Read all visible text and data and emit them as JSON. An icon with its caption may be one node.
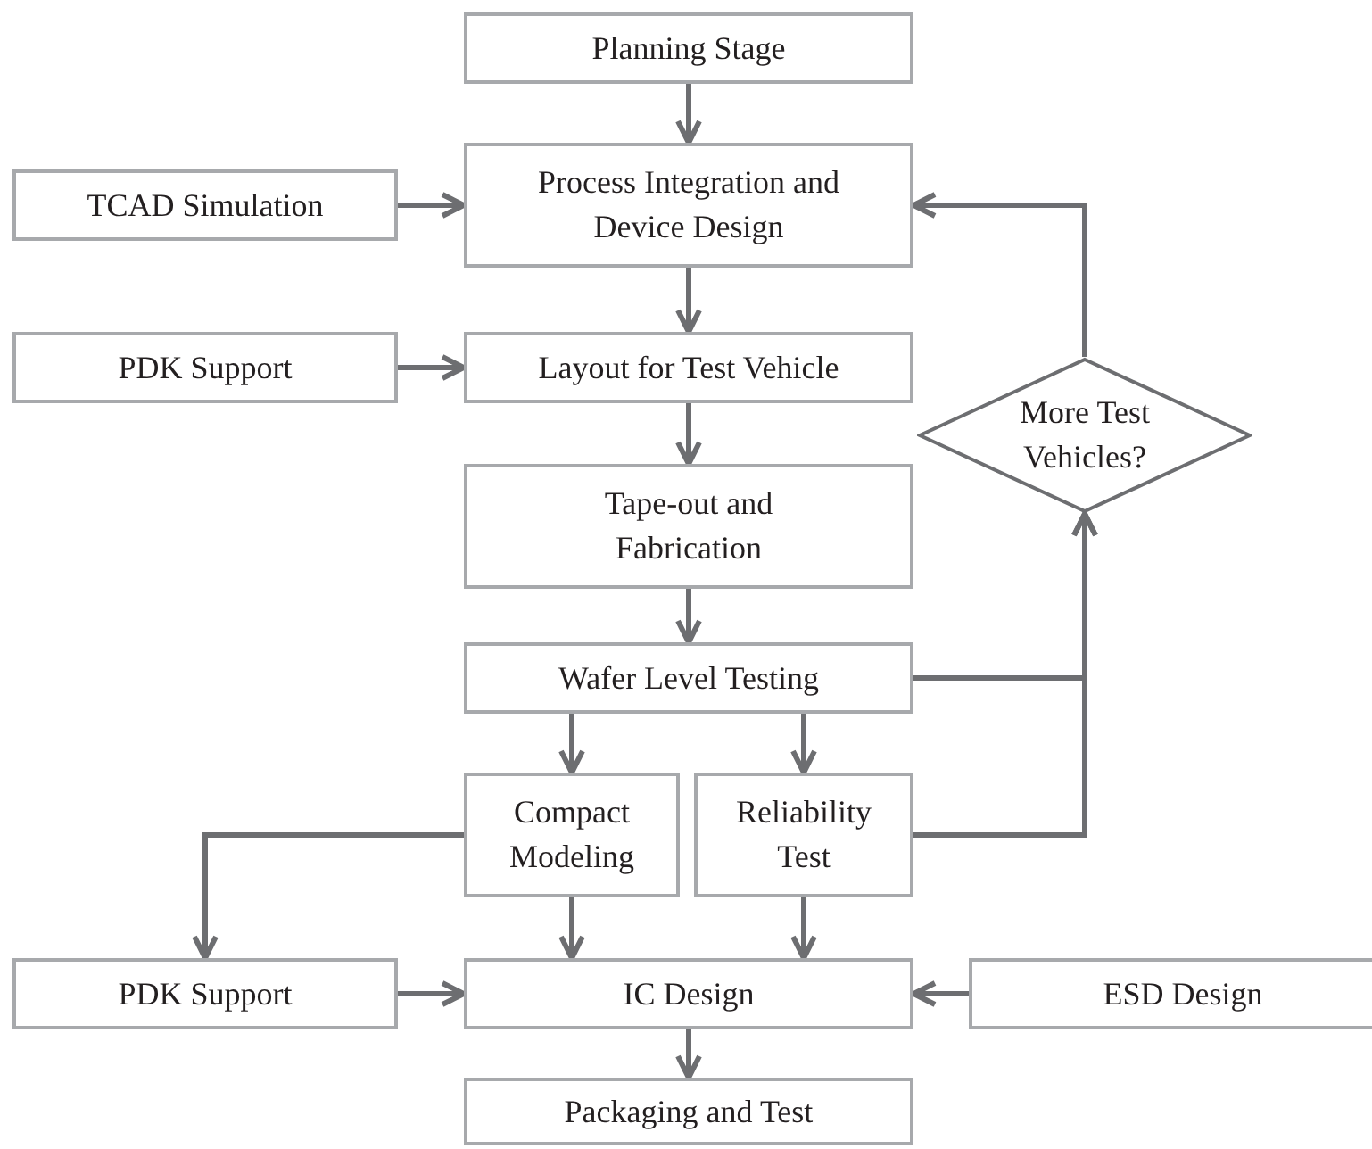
{
  "diagram": {
    "nodes": [
      {
        "text": [
          "Planning Stage"
        ]
      },
      {
        "text": [
          "TCAD Simulation"
        ]
      },
      {
        "text": [
          "Process Integration and Device Design"
        ]
      },
      {
        "text": [
          "PDK Support"
        ]
      },
      {
        "text": [
          "Layout for Test Vehicle"
        ]
      },
      {
        "text": [
          "More Test Vehicles?"
        ]
      },
      {
        "text": [
          "Tape-out and Fabrication"
        ]
      },
      {
        "text": [
          "Wafer Level Testing"
        ]
      },
      {
        "text": [
          "Compact Modeling"
        ]
      },
      {
        "text": [
          "Reliability Test"
        ]
      },
      {
        "text": [
          "PDK Support"
        ]
      },
      {
        "text": [
          "IC Design"
        ]
      },
      {
        "text": [
          "ESD Design"
        ]
      },
      {
        "text": [
          "Packaging and Test"
        ]
      }
    ],
    "edges": [
      {
        "from": 0,
        "to": 2,
        "arrow": "to"
      },
      {
        "from": 1,
        "to": 2,
        "arrow": "to"
      },
      {
        "from": 2,
        "to": 4,
        "arrow": "to"
      },
      {
        "from": 3,
        "to": 4,
        "arrow": "to"
      },
      {
        "from": 4,
        "to": 6,
        "arrow": "to"
      },
      {
        "from": 6,
        "to": 7,
        "arrow": "to"
      },
      {
        "from": 7,
        "to": 8,
        "arrow": "to"
      },
      {
        "from": 7,
        "to": 9,
        "arrow": "to"
      },
      {
        "from": 7,
        "to": 5,
        "arrow": "to"
      },
      {
        "from": 9,
        "to": 5,
        "arrow": "to"
      },
      {
        "from": 5,
        "to": 2,
        "arrow": "to"
      },
      {
        "from": 8,
        "to": 10,
        "arrow": "to"
      },
      {
        "from": 8,
        "to": 11,
        "arrow": "to"
      },
      {
        "from": 9,
        "to": 11,
        "arrow": "to"
      },
      {
        "from": 10,
        "to": 11,
        "arrow": "to"
      },
      {
        "from": 12,
        "to": 11,
        "arrow": "to"
      },
      {
        "from": 11,
        "to": 13,
        "arrow": "to"
      }
    ]
  }
}
